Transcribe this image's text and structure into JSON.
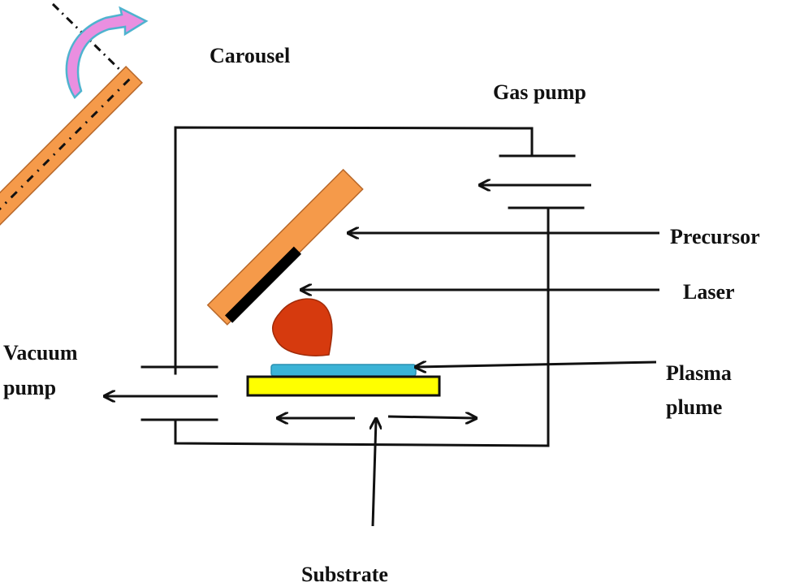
{
  "diagram": {
    "title": "Pulsed laser deposition setup",
    "labels": {
      "carousel": "Carousel",
      "gas_pump": "Gas pump",
      "precursor": "Precursor",
      "laser": "Laser",
      "vacuum_pump_line1": "Vacuum",
      "vacuum_pump_line2": "pump",
      "plasma_plume_line1": "Plasma",
      "plasma_plume_line2": "plume",
      "substrate": "Substrate"
    },
    "colors": {
      "carousel_arm": "#f59a4a",
      "carousel_border": "#b8682a",
      "target_coating": "#000000",
      "plume": "#d63a0e",
      "film": "#3bb3d6",
      "substrate_holder": "#ffff00",
      "rotation_arrow_fill": "#e98fe0",
      "rotation_arrow_stroke": "#4fb3cf",
      "lines": "#111111"
    }
  }
}
